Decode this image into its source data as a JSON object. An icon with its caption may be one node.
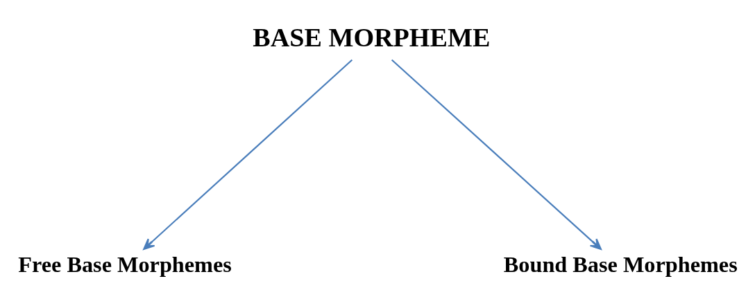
{
  "diagram": {
    "nodes": [
      {
        "text": [
          "BASE MORPHEME"
        ]
      },
      {
        "text": [
          "Free Base Morphemes"
        ]
      },
      {
        "text": [
          "Bound Base Morphemes"
        ]
      }
    ],
    "edges": [
      {
        "from": 0,
        "to": 1,
        "arrow": "to"
      },
      {
        "from": 0,
        "to": 2,
        "arrow": "to"
      }
    ]
  }
}
